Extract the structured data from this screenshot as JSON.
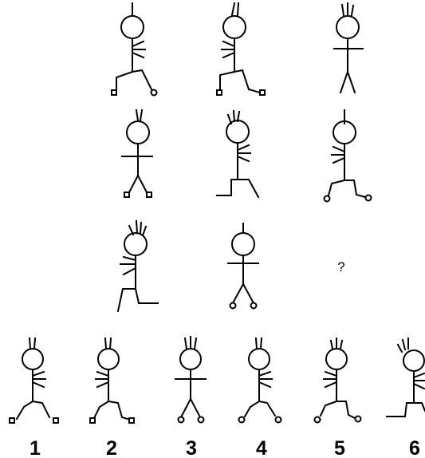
{
  "puzzle": {
    "missing_marker": "?",
    "grid": [
      [
        "figure-a",
        "figure-b",
        "figure-c"
      ],
      [
        "figure-d",
        "figure-e",
        "figure-f"
      ],
      [
        "figure-g",
        "figure-h",
        "missing"
      ]
    ]
  },
  "options": [
    {
      "label": "1"
    },
    {
      "label": "2"
    },
    {
      "label": "3"
    },
    {
      "label": "4"
    },
    {
      "label": "5"
    },
    {
      "label": "6"
    }
  ]
}
